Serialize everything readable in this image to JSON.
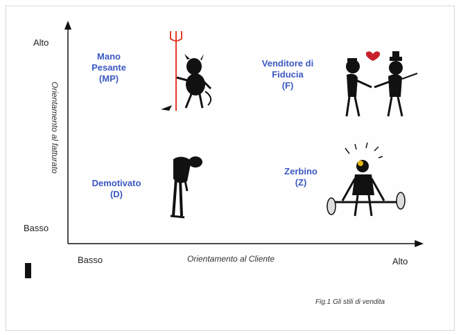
{
  "axes": {
    "y_high": "Alto",
    "y_low": "Basso",
    "x_low": "Basso",
    "x_high": "Alto",
    "y_title": "Orientamento al fatturato",
    "x_title": "Orientamento al Cliente"
  },
  "quadrants": {
    "top_left": {
      "line1": "Mano",
      "line2": "Pesante",
      "line3": "(MP)"
    },
    "top_right": {
      "line1": "Venditore di",
      "line2": "Fiducia",
      "line3": "(F)"
    },
    "bottom_left": {
      "line1": "Demotivato",
      "line2": "(D)"
    },
    "bottom_right": {
      "line1": "Zerbino",
      "line2": "(Z)"
    }
  },
  "caption": "Fig.1   Gli stili di vendita",
  "colors": {
    "label": "#3b58c4",
    "devil": "#e23a2a",
    "heart": "#c8202a"
  },
  "icons": [
    "devil-figure-icon",
    "handshake-figures-icon",
    "heart-icon",
    "slumped-figure-icon",
    "weightlifter-figure-icon"
  ]
}
